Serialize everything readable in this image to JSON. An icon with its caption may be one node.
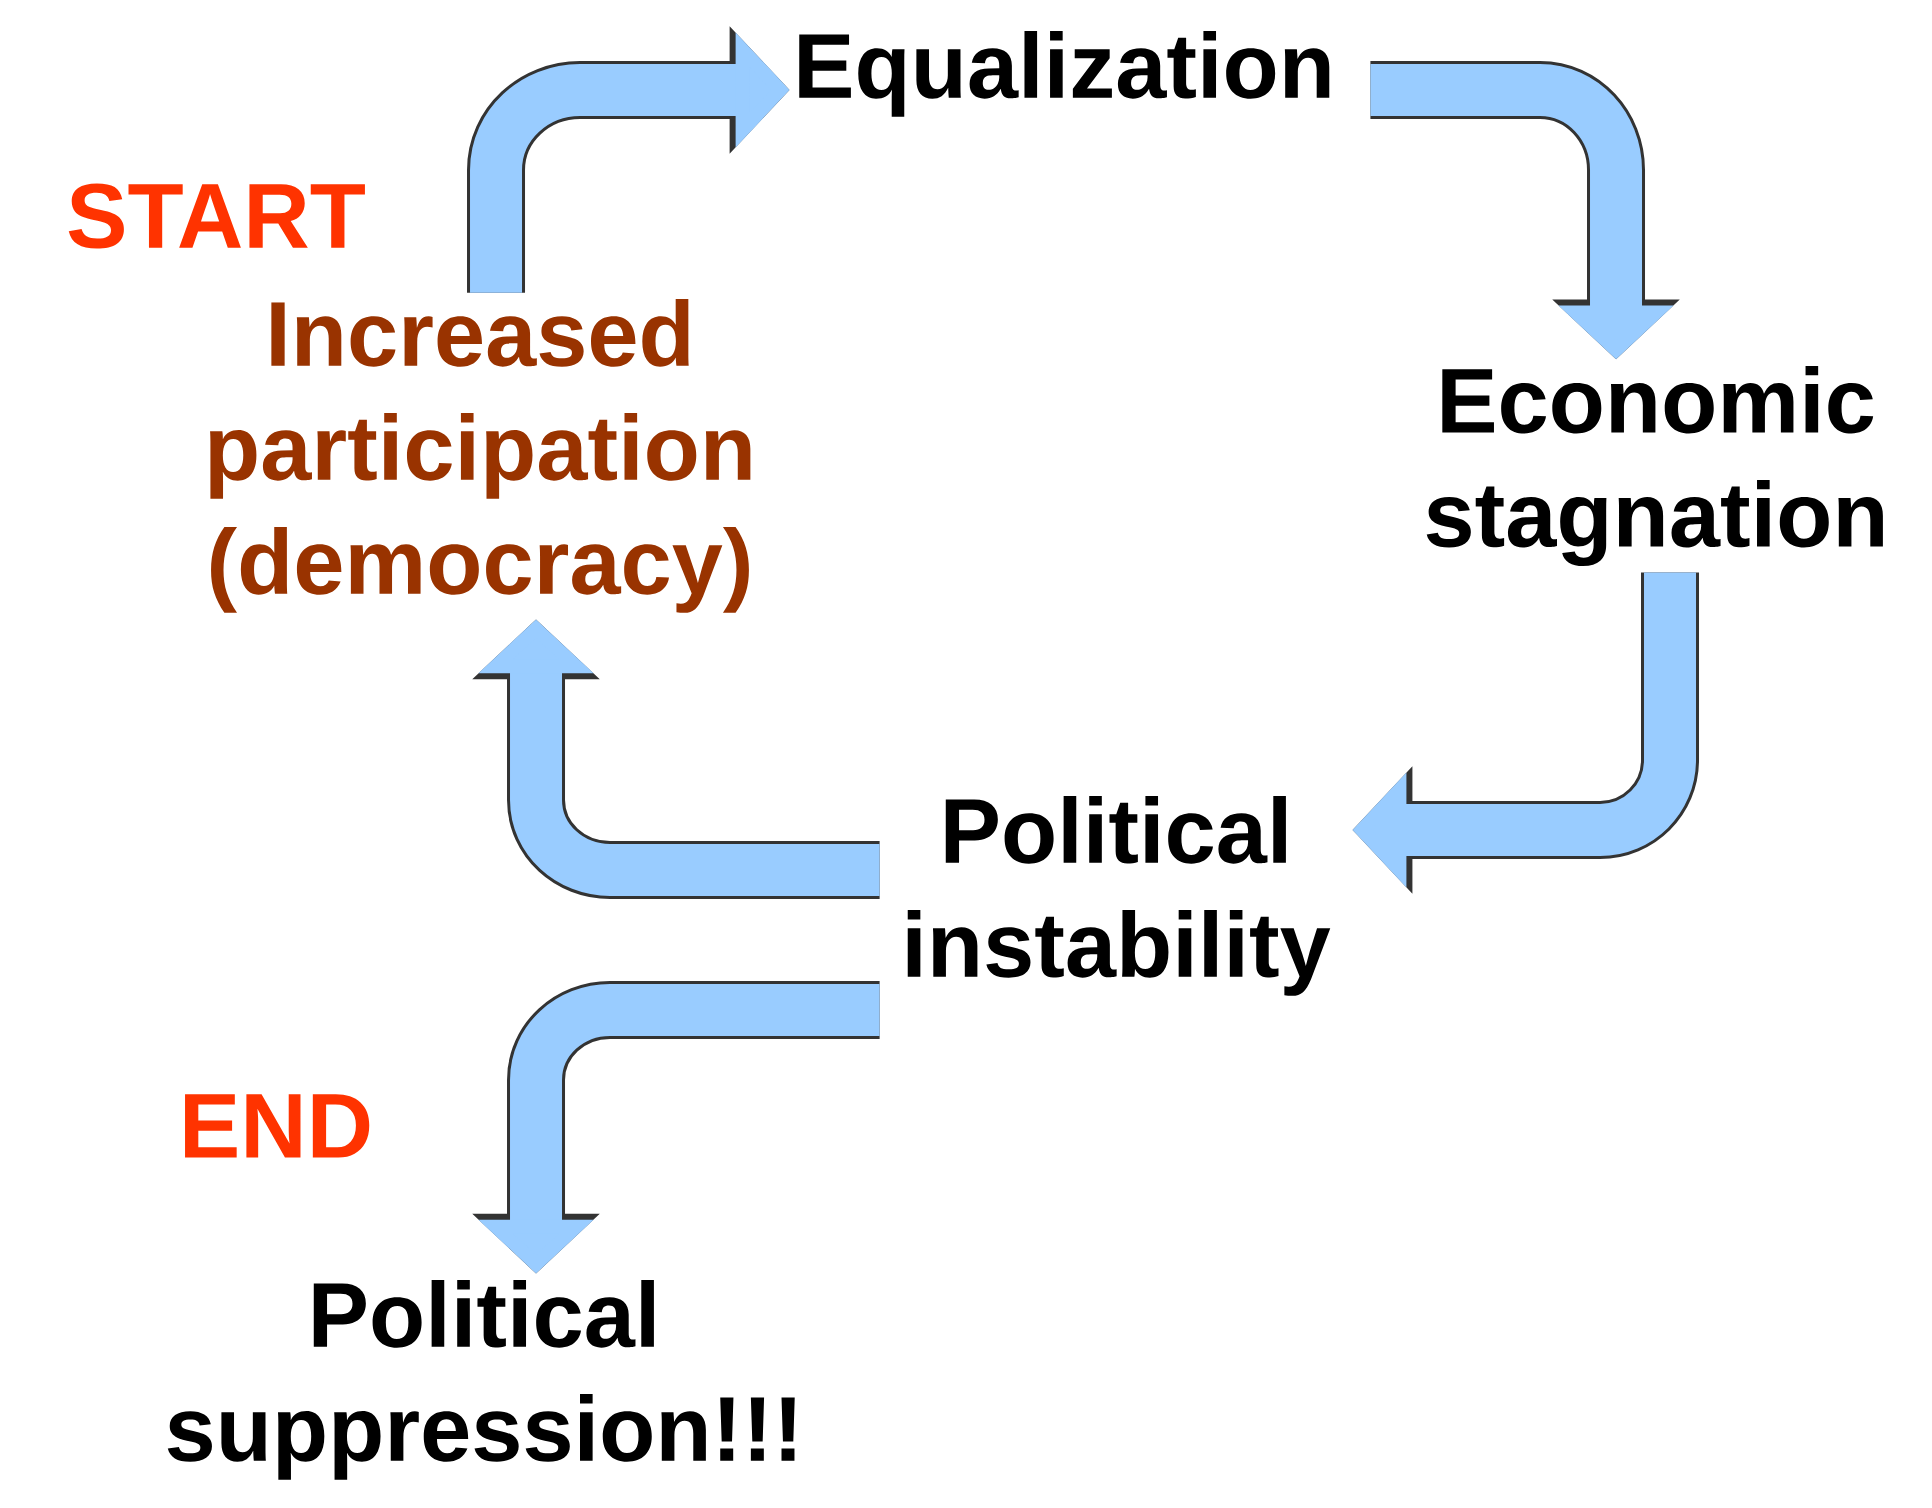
{
  "diagram": {
    "nodes": [
      {
        "text": [
          "Increased participation (democracy)"
        ]
      },
      {
        "text": [
          "Equalization"
        ]
      },
      {
        "text": [
          "Economic stagnation"
        ]
      },
      {
        "text": [
          "Political instability"
        ]
      },
      {
        "text": [
          "Political suppression!!!"
        ]
      }
    ],
    "edges": [
      {
        "from": 0,
        "to": 1,
        "arrow": "to"
      },
      {
        "from": 1,
        "to": 2,
        "arrow": "to"
      },
      {
        "from": 2,
        "to": 3,
        "arrow": "to"
      },
      {
        "from": 3,
        "to": 0,
        "arrow": "to"
      },
      {
        "from": 3,
        "to": 4,
        "arrow": "to"
      }
    ],
    "labels": [
      "START",
      "END"
    ]
  }
}
